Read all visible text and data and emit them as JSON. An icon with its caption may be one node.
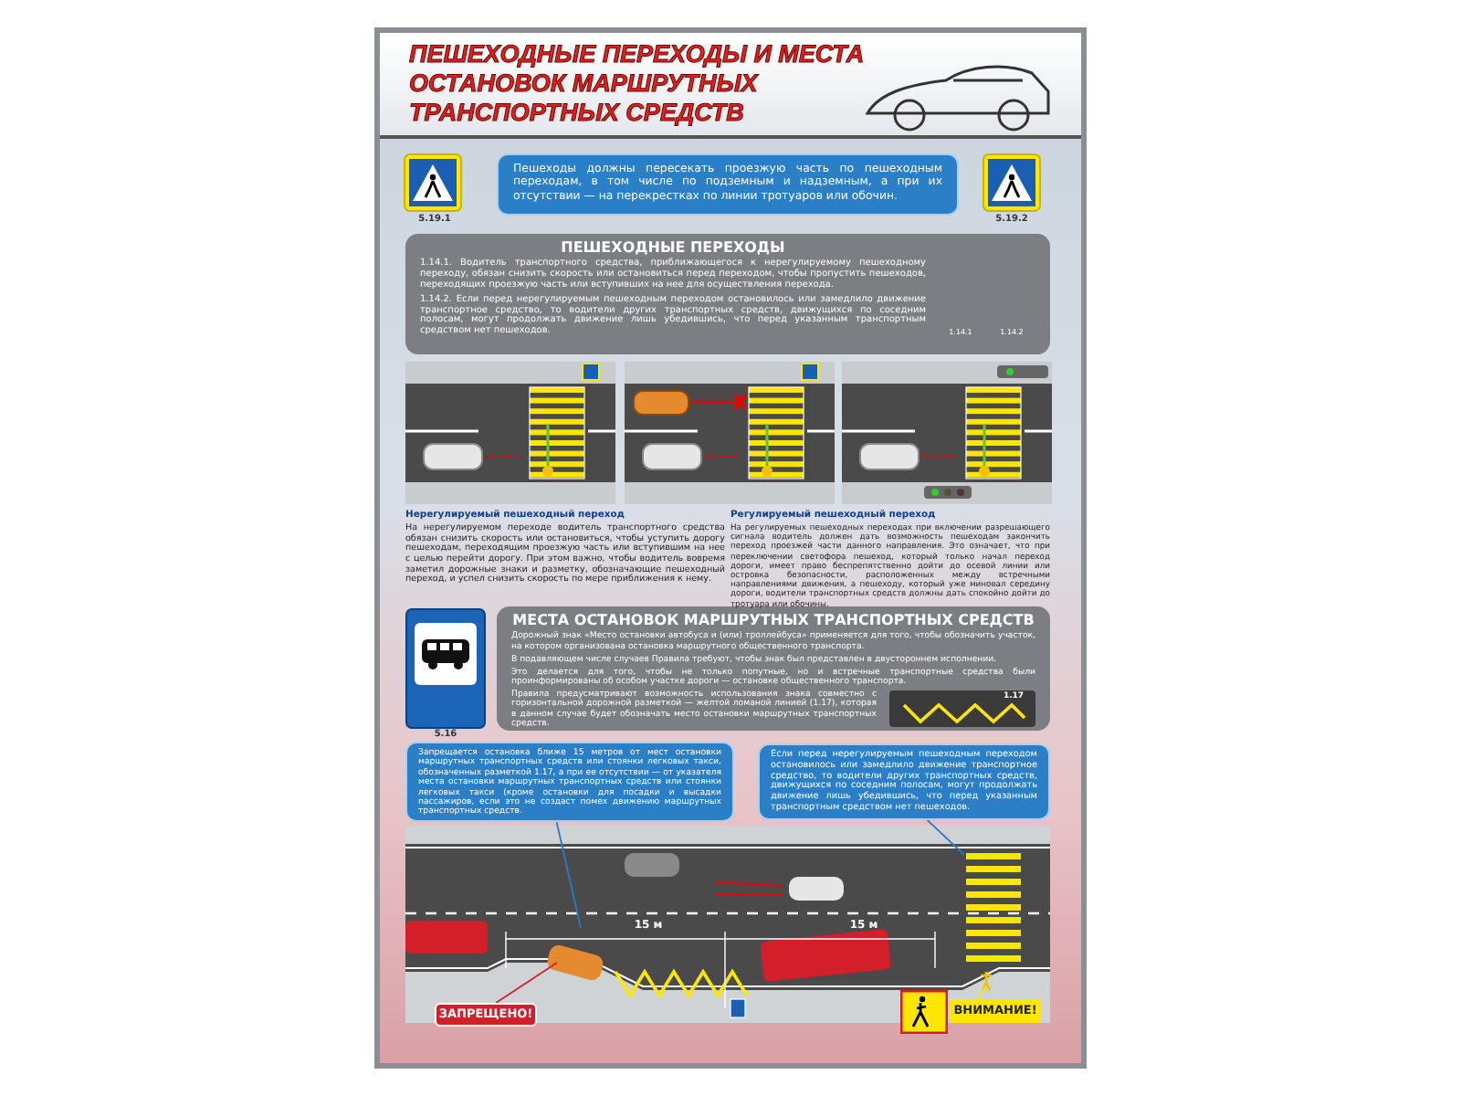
{
  "diagram": {
    "title": "ПЕШЕХОДНЫЕ ПЕРЕХОДЫ И МЕСТА ОСТАНОВОК МАРШРУТНЫХ ТРАНСПОРТНЫХ СРЕДСТВ",
    "nodes": [
      {
        "text": [
          "Пешеходы должны пересекать проезжую часть по пешеходным переходам, в том числе по подземным и надземным, а при их отсутствии — на перекрестках по линии тротуаров или обочин."
        ]
      },
      {
        "text": [
          "ПЕШЕХОДНЫЕ ПЕРЕХОДЫ",
          "1.14.1. Водитель транспортного средства, приближающегося к нерегулируемому пешеходному переходу, обязан снизить скорость или остановиться перед переходом, чтобы пропустить пешеходов, переходящих проезжую часть или вступивших на нее для осуществления перехода.",
          "1.14.2. Если перед нерегулируемым пешеходным переходом остановилось или замедлило движение транспортное средство, то водители других транспортных средств, движущихся по соседним полосам, могут продолжать движение лишь убедившись, что перед указанным транспортным средством нет пешеходов."
        ]
      },
      {
        "text": [
          "МЕСТА ОСТАНОВОК МАРШРУТНЫХ ТРАНСПОРТНЫХ СРЕДСТВ",
          "Дорожный знак «Место остановки автобуса и (или) троллейбуса» применяется для того, чтобы обозначить участок, на котором организована остановка маршрутного общественного транспорта.",
          "В подавляющем числе случаев Правила требуют, чтобы знак был представлен в двустороннем исполнении.",
          "Это делается для того, чтобы не только попутные, но и встречные транспортные средства были проинформированы об особом участке дороги — остановке общественного транспорта.",
          "Правила предусматривают возможность использования знака совместно с горизонтальной дорожной разметкой — желтой ломаной линией (1.17), которая в данном случае будет обозначать место остановки маршрутных транспортных средств."
        ]
      },
      {
        "text": [
          "Запрещается остановка ближе 15 метров от мест остановки маршрутных транспортных средств или стоянки легковых такси, обозначенных разметкой 1.17, а при ее отсутствии — от указателя места остановки маршрутных транспортных средств или стоянки легковых такси (кроме остановки для посадки и высадки пассажиров, если это не создаст помех движению маршрутных транспортных средств."
        ]
      },
      {
        "text": [
          "Если перед нерегулируемым пешеходным переходом остановилось или замедлило движение транспортное средство, то водители других транспортных средств, движущихся по соседним полосам, могут продолжать движение лишь убедившись, что перед указанным транспортным средством нет пешеходов."
        ]
      },
      {
        "text": [
          "ЗАПРЕЩЕНО!"
        ]
      },
      {
        "text": [
          "ВНИМАНИЕ!"
        ]
      }
    ],
    "edges": [
      {
        "from": 3,
        "to": null,
        "arrow": "none"
      },
      {
        "from": 4,
        "to": null,
        "arrow": "none"
      },
      {
        "from": 5,
        "to": null,
        "arrow": "none",
        "color": "#d21f2a"
      },
      {
        "from": 6,
        "to": null,
        "arrow": "none",
        "color": "#ffe600"
      }
    ],
    "labels": [
      "5.19.1",
      "5.19.2",
      "1.14.1",
      "1.14.2",
      "Нерегулируемый пешеходный переход",
      "На нерегулируемом переходе водитель транспортного средства обязан снизить скорость или остановиться, чтобы уступить дорогу пешеходам, переходящим проезжую часть или вступившим на нее с целью перейти дорогу. При этом важно, чтобы водитель вовремя заметил дорожные знаки и разметку, обозначающие пешеходный переход, и успел снизить скорость по мере приближения к нему.",
      "Регулируемый пешеходный переход",
      "На регулируемых пешеходных переходах при включении разрешающего сигнала водитель должен дать возможность пешеходам закончить переход проезжей части данного направления. Это означает, что при переключении светофора пешеход, который только начал переход дороги, имеет право беспрепятственно дойти до осевой линии или островка безопасности, расположенных между встречными направлениями движения, а пешеходу, который уже миновал середину дороги, водители транспортных средств должны дать спокойно дойти до тротуара или обочины.",
      "5.16",
      "1.17",
      "15 м",
      "15 м"
    ]
  }
}
